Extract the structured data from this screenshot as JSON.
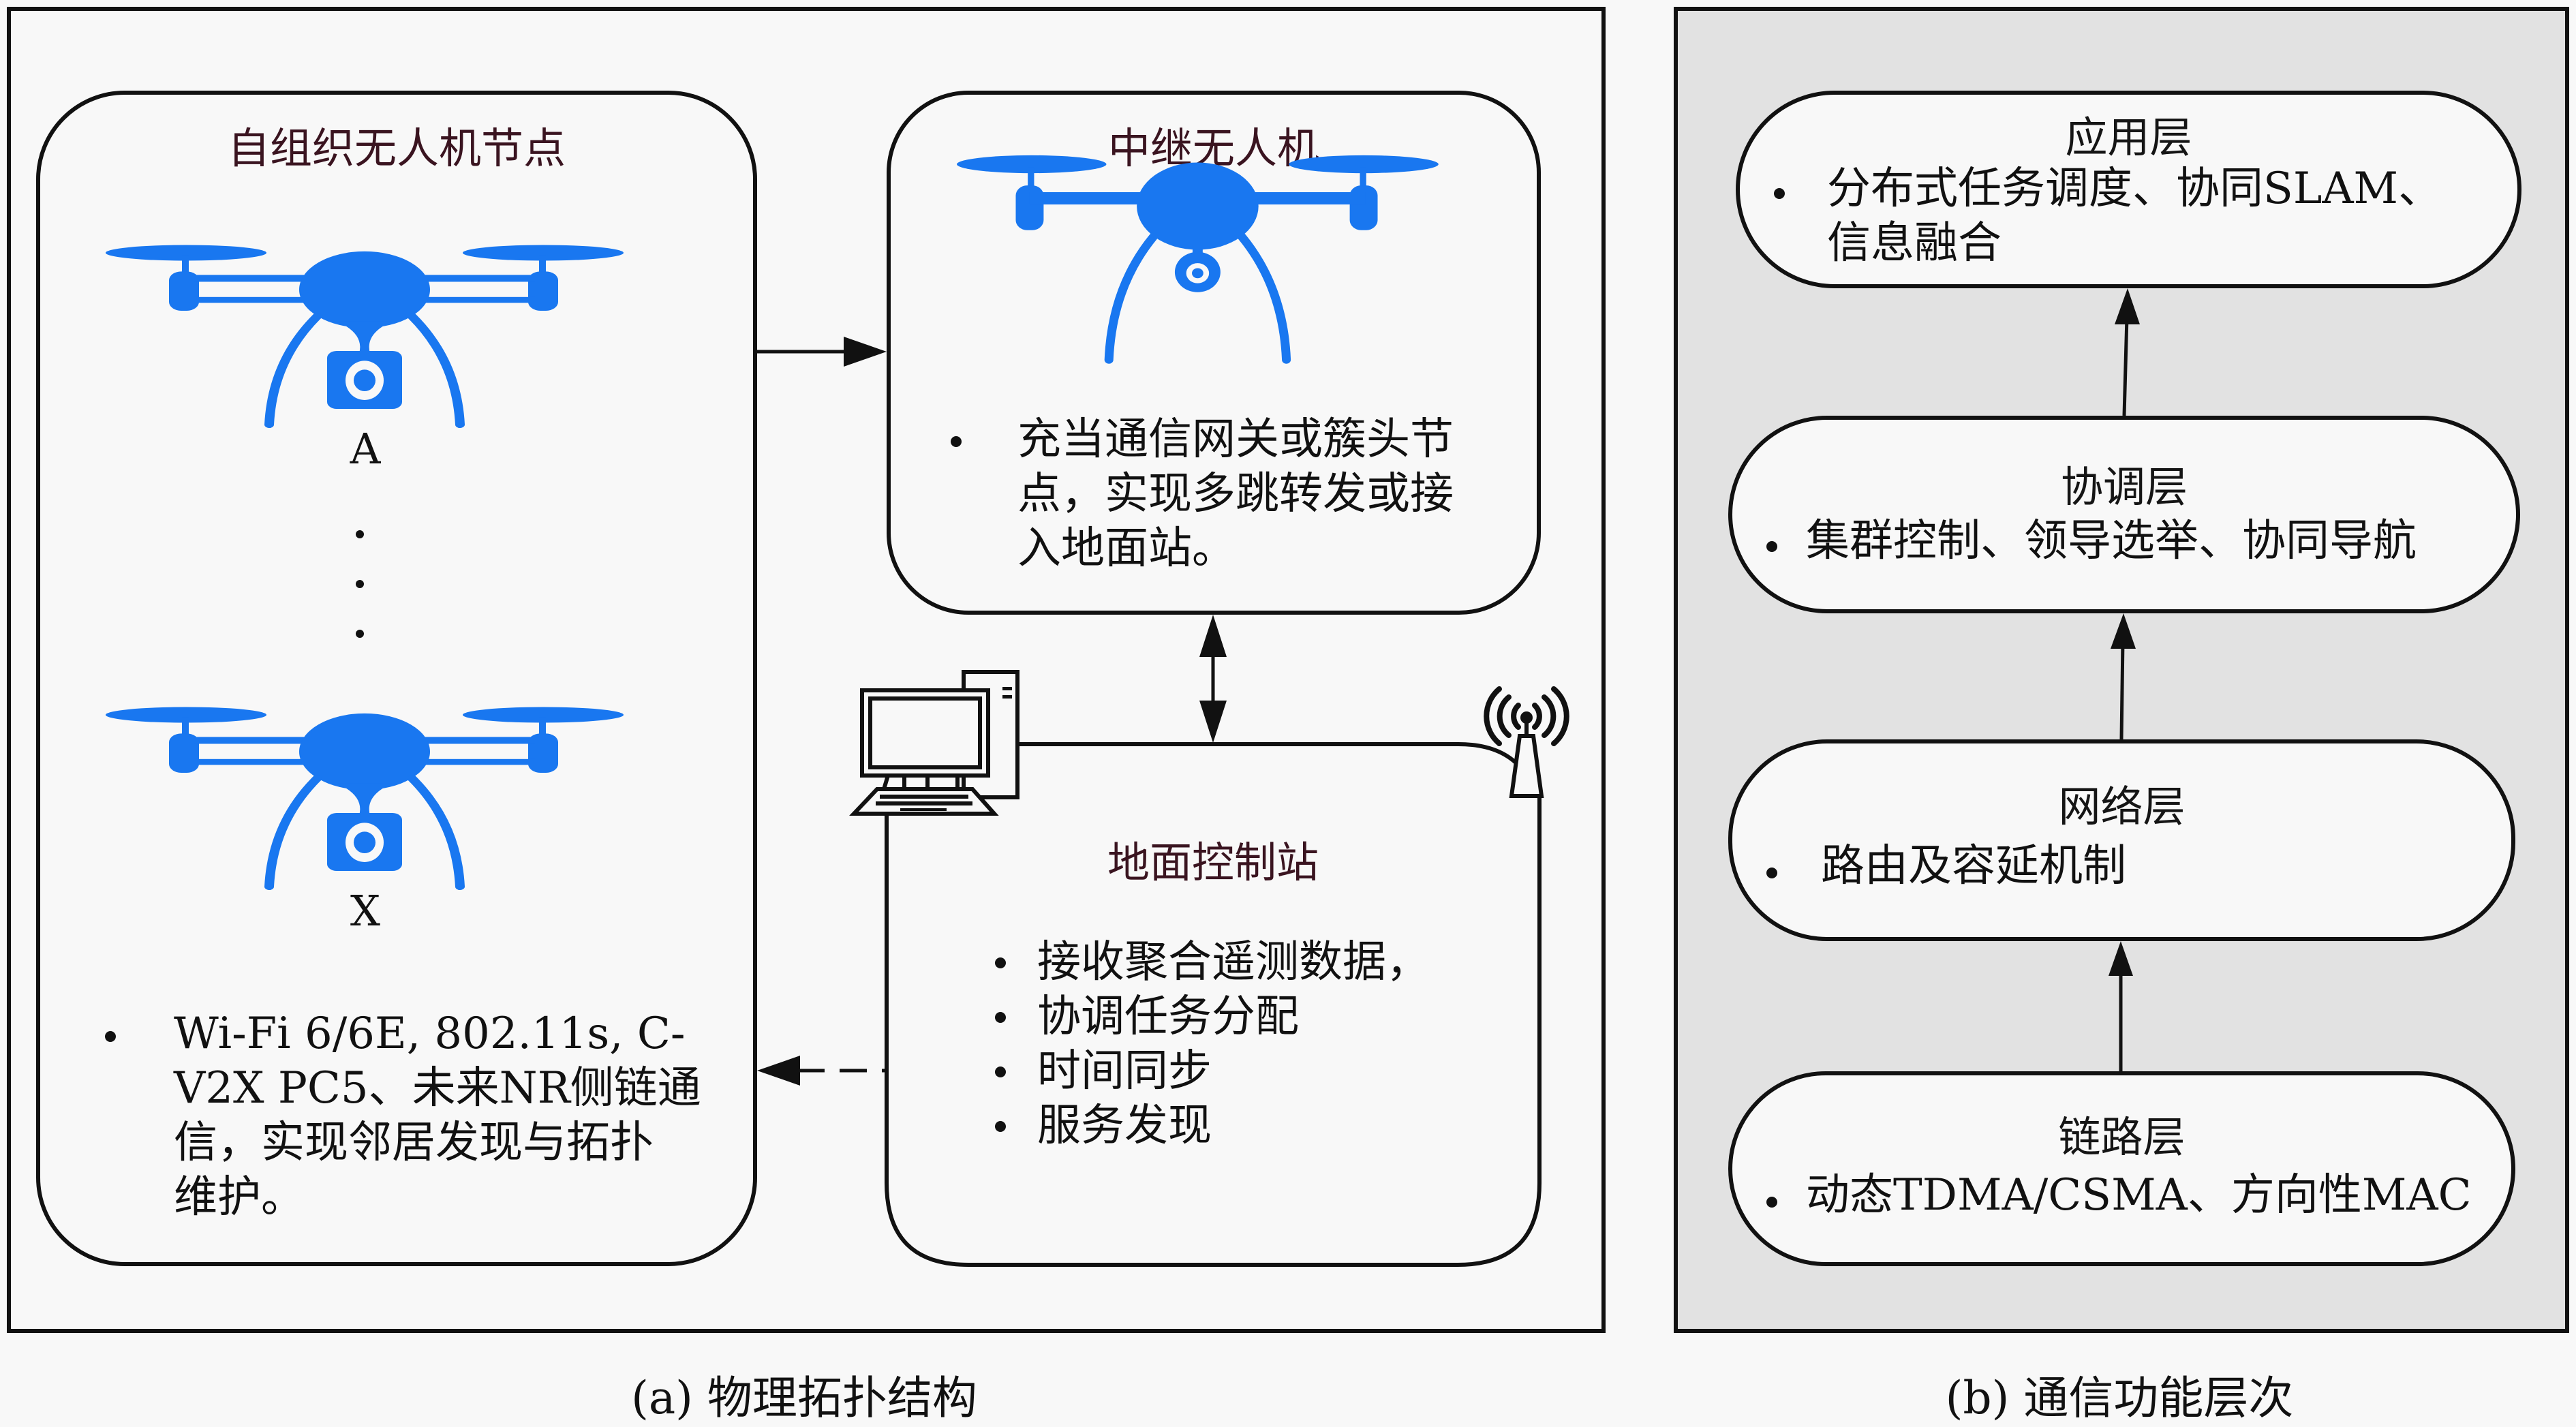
{
  "colors": {
    "drone_blue": "#1977f0",
    "title_text": "#3a1420",
    "panel_b_background": "#e2e2e2",
    "box_background": "#f8f8f8",
    "line": "#111111"
  },
  "panel_a": {
    "caption": "(a) 物理拓扑结构",
    "self_org_box": {
      "title": "自组织无人机节点",
      "drone_labels": [
        "A",
        "X"
      ],
      "ellipsis_dots": 3,
      "icon": "drone-icon",
      "bullet_lines": [
        "Wi-Fi 6/6E, 802.11s, C-",
        "V2X PC5、未来NR侧链通",
        "信，实现邻居发现与拓扑",
        "维护。"
      ]
    },
    "relay_box": {
      "title": "中继无人机",
      "icon": "drone-icon",
      "bullet_lines": [
        "充当通信网关或簇头节",
        "点，实现多跳转发或接",
        "入地面站。"
      ]
    },
    "ground_box": {
      "title": "地面控制站",
      "icons": [
        "computer-icon",
        "antenna-icon"
      ],
      "bullets": [
        "接收聚合遥测数据，",
        "协调任务分配",
        "时间同步",
        "服务发现"
      ]
    },
    "arrows": [
      {
        "from": "self_org_box",
        "to": "relay_box",
        "style": "solid",
        "direction": "one-way"
      },
      {
        "from": "relay_box",
        "to": "ground_box",
        "style": "solid",
        "direction": "two-way"
      },
      {
        "from": "ground_box",
        "to": "self_org_box",
        "style": "dashed",
        "direction": "one-way"
      }
    ]
  },
  "panel_b": {
    "caption": "(b) 通信功能层次",
    "layers": [
      {
        "title": "应用层",
        "bullet_lines": [
          "分布式任务调度、协同SLAM、",
          "信息融合"
        ]
      },
      {
        "title": "协调层",
        "bullet_lines": [
          "集群控制、领导选举、协同导航"
        ]
      },
      {
        "title": "网络层",
        "bullet_lines": [
          "路由及容延机制"
        ]
      },
      {
        "title": "链路层",
        "bullet_lines": [
          "动态TDMA/CSMA、方向性MAC"
        ]
      }
    ],
    "arrows": [
      {
        "from": "链路层",
        "to": "网络层"
      },
      {
        "from": "网络层",
        "to": "协调层"
      },
      {
        "from": "协调层",
        "to": "应用层"
      }
    ]
  }
}
